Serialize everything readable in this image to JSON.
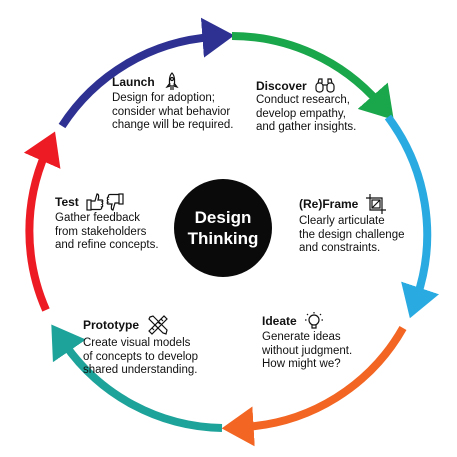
{
  "center": {
    "line1": "Design",
    "line2": "Thinking"
  },
  "colors": {
    "ring_launch": "#2e3192",
    "ring_discover": "#1aa64a",
    "ring_reframe": "#29abe2",
    "ring_ideate": "#f26522",
    "ring_prototype": "#1ea39a",
    "ring_test": "#ed1c24",
    "center_fill": "#0a0a0a"
  },
  "stages": [
    {
      "id": "launch",
      "title": "Launch",
      "icon": "rocket-icon",
      "description": "Design for adoption;\nconsider what behavior\nchange will be required."
    },
    {
      "id": "discover",
      "title": "Discover",
      "icon": "binoculars-icon",
      "description": "Conduct research,\ndevelop empathy,\nand gather insights."
    },
    {
      "id": "reframe",
      "title": "(Re)Frame",
      "icon": "crop-frame-icon",
      "description": "Clearly articulate\nthe design challenge\nand constraints."
    },
    {
      "id": "ideate",
      "title": "Ideate",
      "icon": "lightbulb-icon",
      "description": "Generate ideas\nwithout judgment.\nHow might we?"
    },
    {
      "id": "prototype",
      "title": "Prototype",
      "icon": "pencil-ruler-icon",
      "description": "Create visual models\nof concepts to develop\nshared understanding."
    },
    {
      "id": "test",
      "title": "Test",
      "icon": "thumbs-up-down-icon",
      "description": "Gather feedback\nfrom stakeholders\nand refine concepts."
    }
  ]
}
